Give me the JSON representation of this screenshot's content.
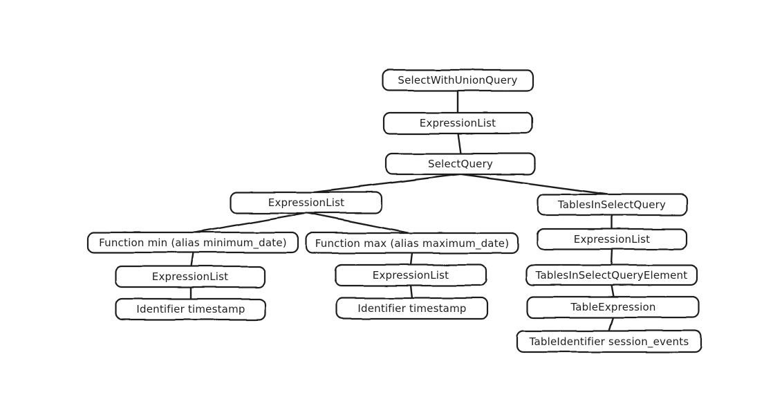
{
  "diagram": {
    "type": "tree",
    "description_kind": "abstract-syntax-tree",
    "colors": {
      "background": "#ffffff",
      "ink": "#1e1e1e",
      "node_fill": "#ffffff"
    },
    "nodes": [
      {
        "id": "select-with-union-query",
        "label": "SelectWithUnionQuery"
      },
      {
        "id": "expression-list-1",
        "label": "ExpressionList"
      },
      {
        "id": "select-query",
        "label": "SelectQuery"
      },
      {
        "id": "expression-list-2",
        "label": "ExpressionList"
      },
      {
        "id": "tables-in-select-query",
        "label": "TablesInSelectQuery"
      },
      {
        "id": "function-min",
        "label": "Function min (alias minimum_date)"
      },
      {
        "id": "function-max",
        "label": "Function max (alias maximum_date)"
      },
      {
        "id": "expression-list-3",
        "label": "ExpressionList"
      },
      {
        "id": "identifier-timestamp-1",
        "label": "Identifier timestamp"
      },
      {
        "id": "expression-list-4",
        "label": "ExpressionList"
      },
      {
        "id": "identifier-timestamp-2",
        "label": "Identifier timestamp"
      },
      {
        "id": "expression-list-5",
        "label": "ExpressionList"
      },
      {
        "id": "tables-in-select-query-element",
        "label": "TablesInSelectQueryElement"
      },
      {
        "id": "table-expression",
        "label": "TableExpression"
      },
      {
        "id": "table-identifier",
        "label": "TableIdentifier session_events"
      }
    ],
    "edges": [
      {
        "from": "select-with-union-query",
        "to": "expression-list-1"
      },
      {
        "from": "expression-list-1",
        "to": "select-query"
      },
      {
        "from": "select-query",
        "to": "expression-list-2"
      },
      {
        "from": "select-query",
        "to": "tables-in-select-query"
      },
      {
        "from": "expression-list-2",
        "to": "function-min"
      },
      {
        "from": "expression-list-2",
        "to": "function-max"
      },
      {
        "from": "function-min",
        "to": "expression-list-3"
      },
      {
        "from": "expression-list-3",
        "to": "identifier-timestamp-1"
      },
      {
        "from": "function-max",
        "to": "expression-list-4"
      },
      {
        "from": "expression-list-4",
        "to": "identifier-timestamp-2"
      },
      {
        "from": "tables-in-select-query",
        "to": "expression-list-5"
      },
      {
        "from": "expression-list-5",
        "to": "tables-in-select-query-element"
      },
      {
        "from": "tables-in-select-query-element",
        "to": "table-expression"
      },
      {
        "from": "table-expression",
        "to": "table-identifier"
      }
    ]
  }
}
